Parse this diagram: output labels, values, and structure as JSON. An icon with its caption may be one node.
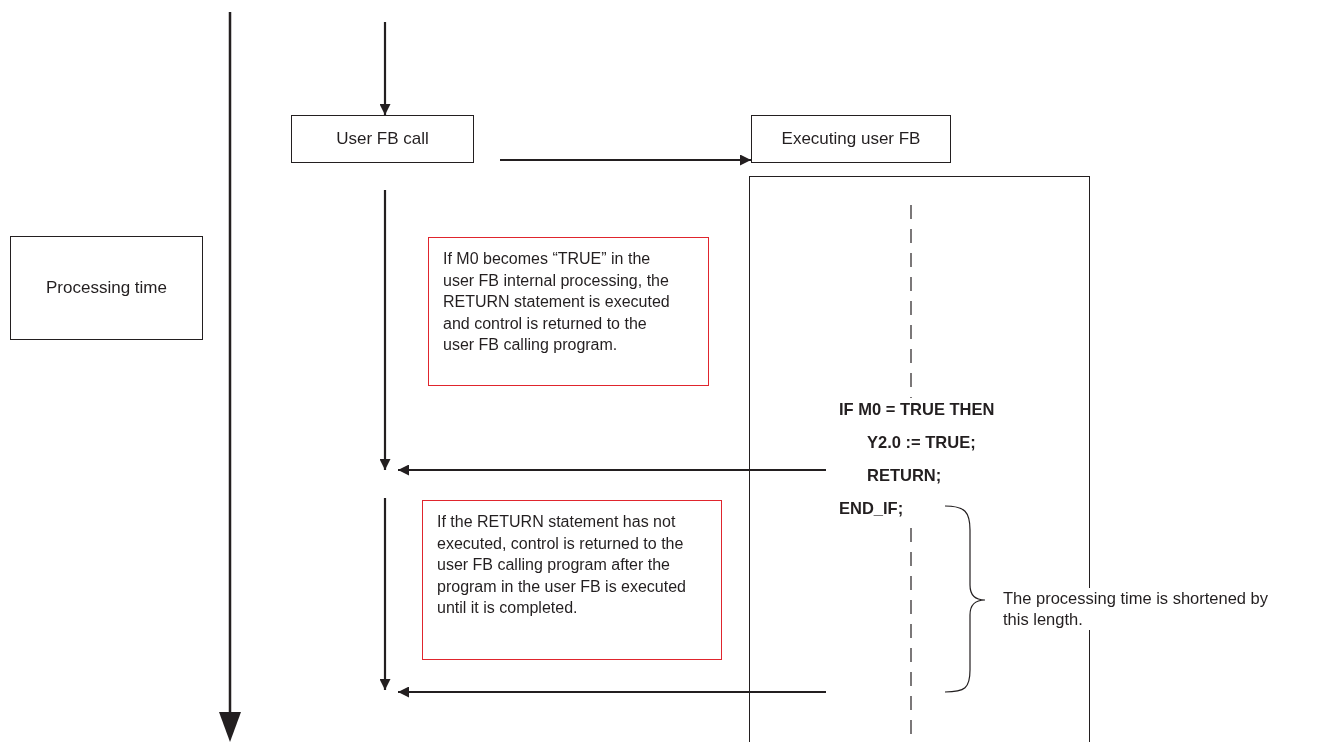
{
  "diagram": {
    "nodes": [
      {
        "text": [
          "Processing time"
        ]
      },
      {
        "text": [
          "User FB call"
        ]
      },
      {
        "text": [
          "Executing user FB"
        ]
      },
      {
        "text": [],
        "shape": "box"
      },
      {
        "text": [
          "If M0 becomes “TRUE” in the user FB internal processing, the RETURN statement is executed and control is returned to the user FB calling program."
        ]
      },
      {
        "text": [
          "If the RETURN statement has not executed, control is returned to the user FB calling program after the program in the user FB is executed until it is completed."
        ]
      },
      {
        "text": [
          "IF M0 = TRUE THEN",
          "Y2.0 := TRUE;",
          "RETURN;",
          "END_IF;"
        ],
        "in": 3
      }
    ],
    "edges": [
      {
        "from": null,
        "to": 1,
        "arrow": "to"
      },
      {
        "from": 1,
        "to": 2,
        "arrow": "to"
      },
      {
        "from": 1,
        "to": null,
        "arrow": "to"
      },
      {
        "from": 6,
        "to": null,
        "arrow": "to"
      },
      {
        "from": 3,
        "to": null,
        "arrow": "to"
      }
    ],
    "labels": [
      "The processing time is shortened by this length."
    ]
  }
}
